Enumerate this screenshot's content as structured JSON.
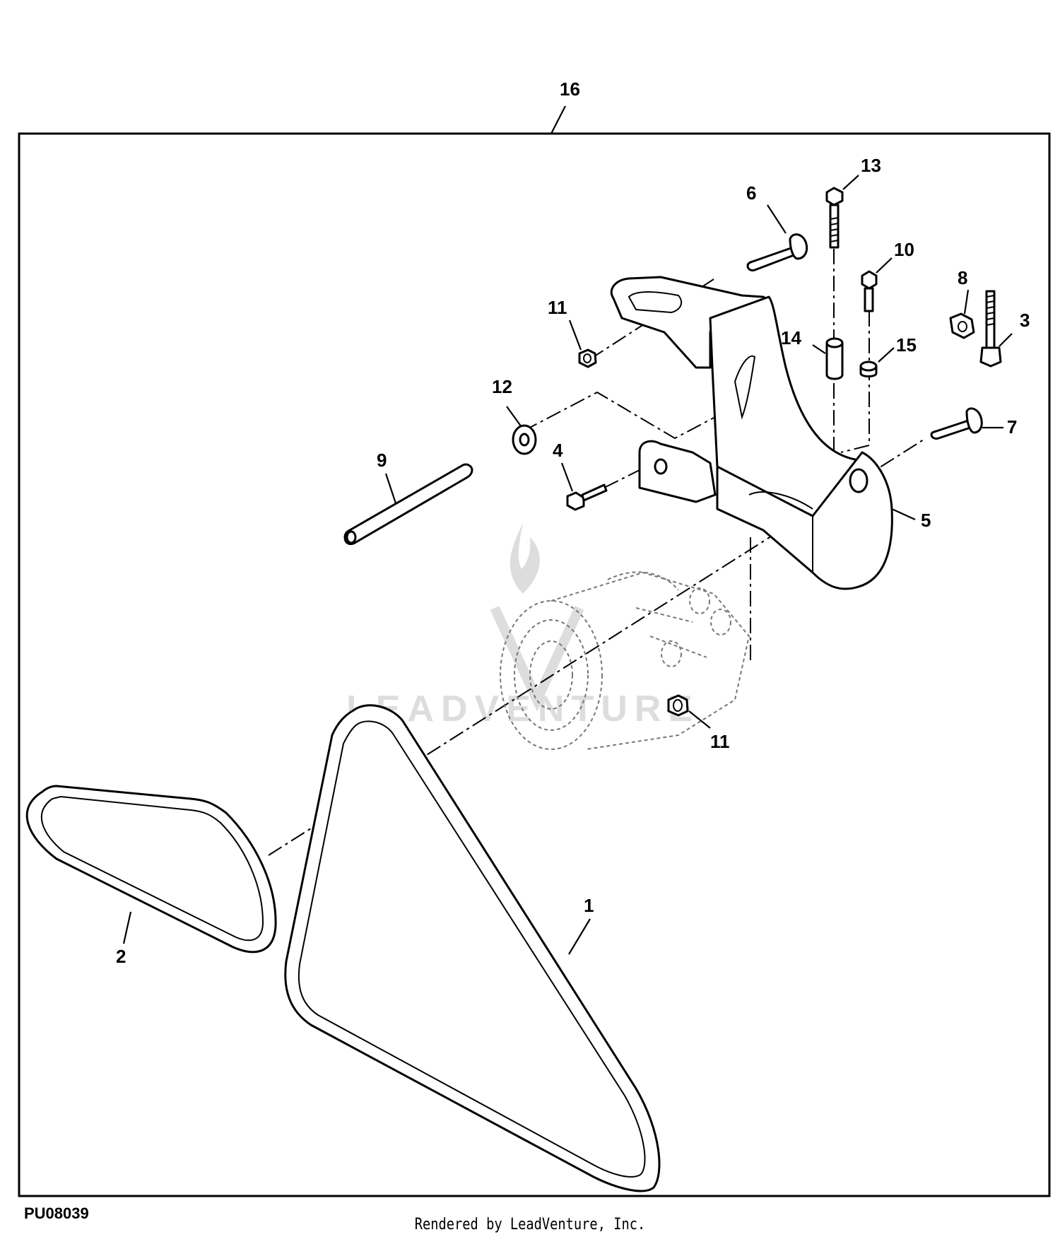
{
  "figure_id": "PU08039",
  "credit": "Rendered by LeadVenture, Inc.",
  "watermark": "LEADVENTURE",
  "callouts": {
    "c16": "16",
    "c13": "13",
    "c6": "6",
    "c10": "10",
    "c8": "8",
    "c3": "3",
    "c11a": "11",
    "c14": "14",
    "c15": "15",
    "c12": "12",
    "c7": "7",
    "c9": "9",
    "c4": "4",
    "c5": "5",
    "c11b": "11",
    "c1": "1",
    "c2": "2"
  }
}
